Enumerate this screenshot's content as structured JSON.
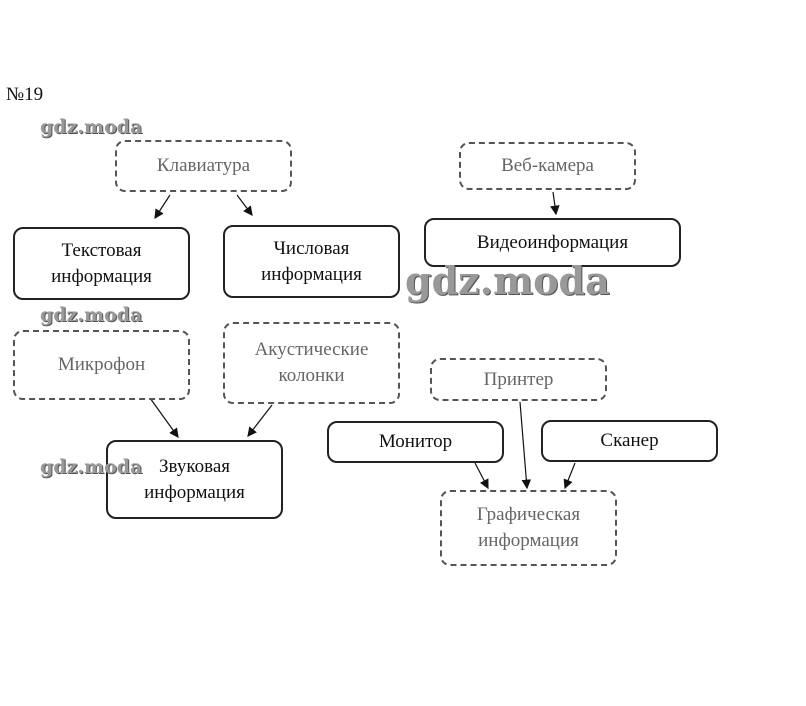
{
  "problem_number": "№19",
  "watermark": "gdz.moda",
  "nodes": {
    "keyboard": "Клавиатура",
    "webcam": "Веб-камера",
    "text_info": "Текстовая информация",
    "numeric_info": "Числовая информация",
    "video_info": "Видеоинформация",
    "microphone": "Микрофон",
    "speakers": "Акустические колонки",
    "printer": "Принтер",
    "monitor": "Монитор",
    "scanner": "Сканер",
    "sound_info": "Звуковая информация",
    "graphic_info": "Графическая информация"
  }
}
